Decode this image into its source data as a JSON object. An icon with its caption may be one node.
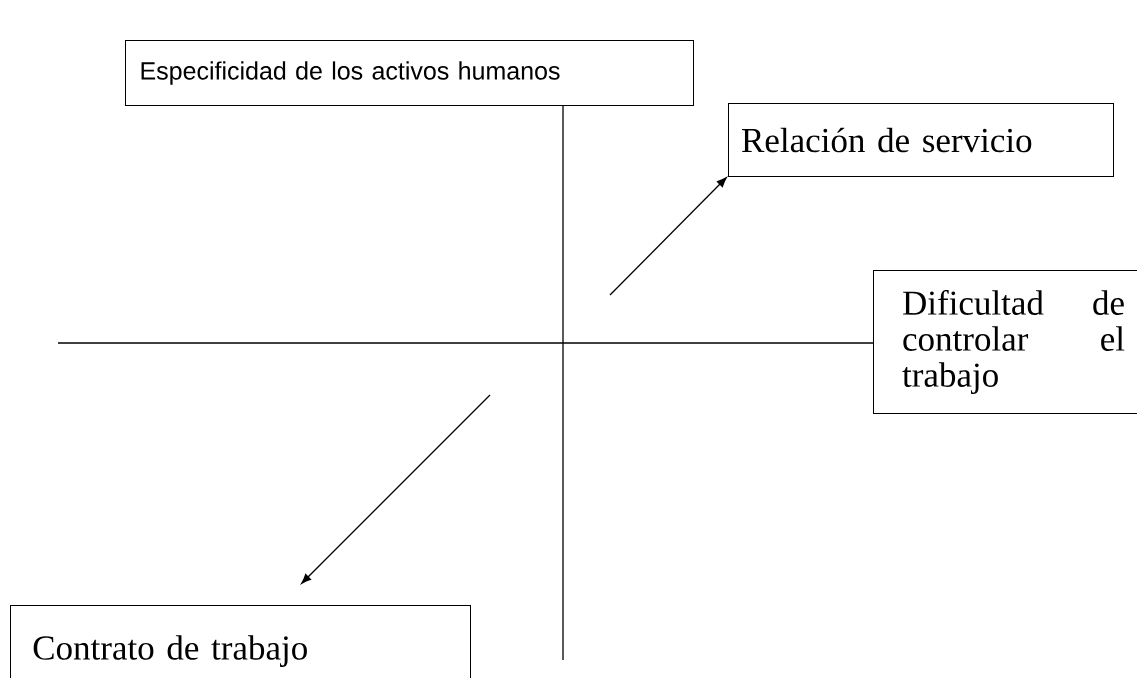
{
  "diagram": {
    "nodes": [
      {
        "text": [
          "Especificidad de los activos humanos"
        ]
      },
      {
        "text": [
          "Relación de servicio"
        ]
      },
      {
        "text": [
          "Dificultad de controlar el trabajo"
        ]
      },
      {
        "text": [
          "Contrato de trabajo"
        ]
      }
    ],
    "edges": [
      {
        "from": 0,
        "to": null,
        "arrow": "none"
      },
      {
        "from": null,
        "to": 2,
        "arrow": "none"
      },
      {
        "from": null,
        "to": 1,
        "arrow": "to"
      },
      {
        "from": null,
        "to": 3,
        "arrow": "to"
      }
    ]
  }
}
